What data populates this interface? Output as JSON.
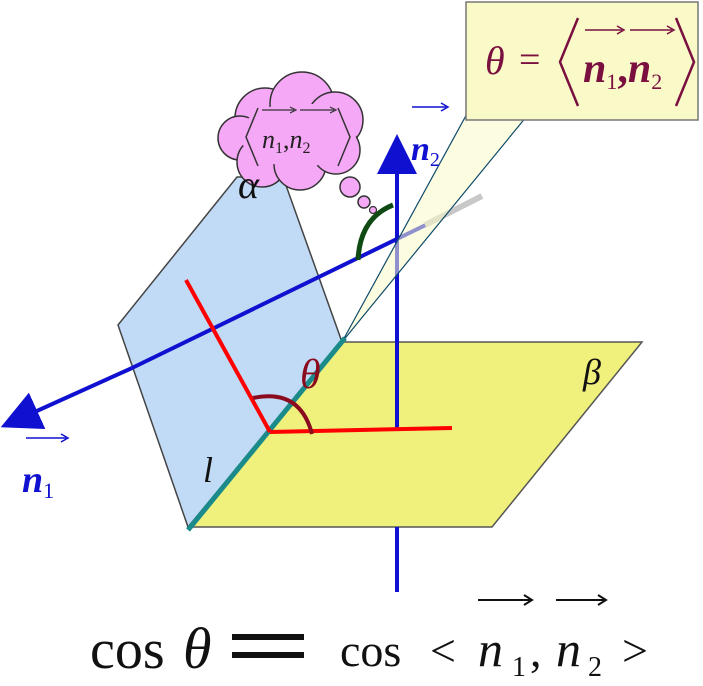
{
  "labels": {
    "alpha": "α",
    "beta": "β",
    "theta": "θ",
    "line_l": "l",
    "n": "n",
    "sub1": "1",
    "sub2": "2"
  },
  "callout": {
    "theta": "θ",
    "eq": "=",
    "n": "n",
    "sub1": "1",
    "comma": ",",
    "sub2": "2"
  },
  "thought": {
    "n": "n",
    "sub1": "1",
    "comma": ",",
    "sub2": "2"
  },
  "formula": {
    "cos1": "cos",
    "theta": "θ",
    "eq": "=",
    "cos2": "cos",
    "lt": "<",
    "n": "n",
    "sub1": "1",
    "comma": ",",
    "sub2": "2",
    "gt": ">"
  },
  "colors": {
    "plane_alpha": "#bcd7f5",
    "plane_beta": "#f0f07c",
    "normal_blue": "#1010d0",
    "red": "#ff0000",
    "arc_dark_red": "#8b0a1e",
    "arc_dark_green": "#0e4a12",
    "edge_teal": "#1b8a8a",
    "callout_fill": "#fafac8",
    "callout_text": "#7a1040",
    "cloud_fill": "#f5a8f5"
  }
}
